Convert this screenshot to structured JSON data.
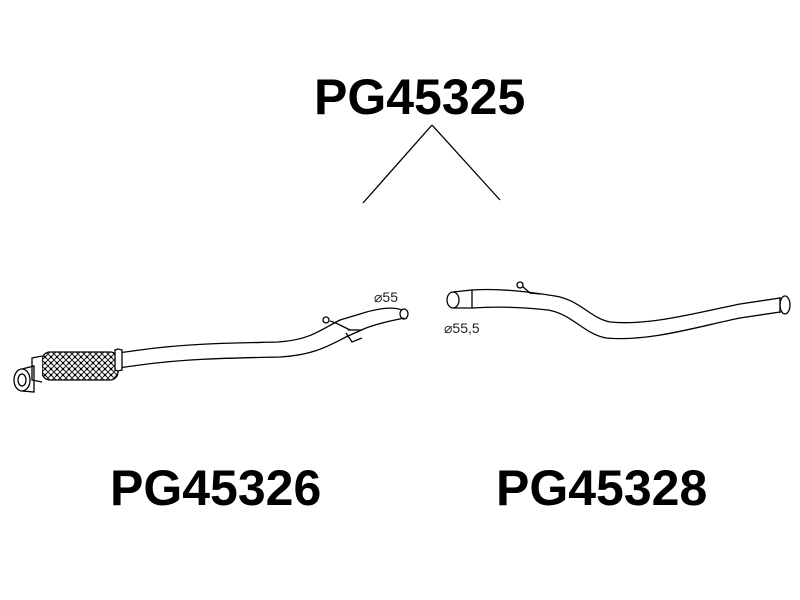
{
  "assembly": {
    "part_number": "PG45325"
  },
  "front_pipe": {
    "part_number": "PG45326",
    "diameter_label": "⌀55"
  },
  "rear_pipe": {
    "part_number": "PG45328",
    "diameter_label": "⌀55,5"
  }
}
